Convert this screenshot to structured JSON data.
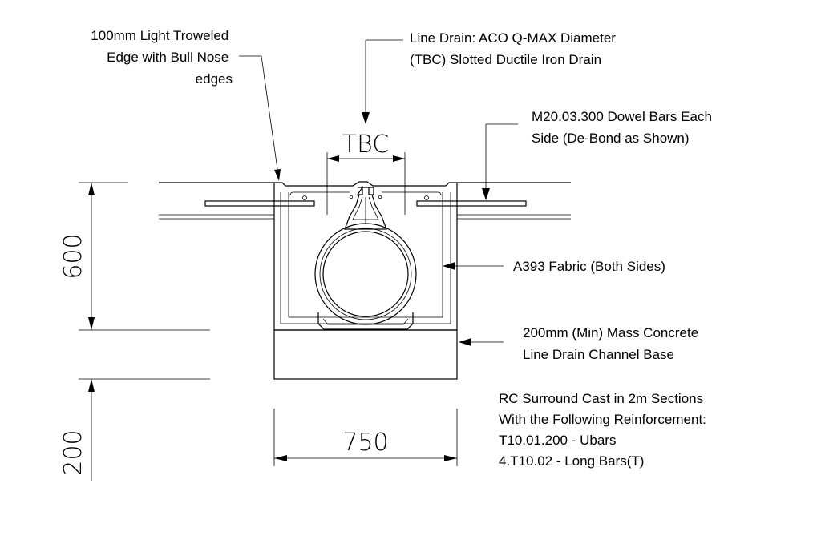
{
  "labels": {
    "edge": [
      "100mm Light Troweled",
      "Edge with Bull Nose",
      "edges"
    ],
    "drain": [
      "Line Drain: ACO Q-MAX Diameter",
      "(TBC)  Slotted Ductile Iron Drain"
    ],
    "dowel": [
      "M20.03.300 Dowel Bars Each",
      "Side (De-Bond as Shown)"
    ],
    "fabric": "A393 Fabric (Both Sides)",
    "base": [
      "200mm (Min) Mass Concrete",
      "Line Drain Channel Base"
    ],
    "rc": [
      "RC Surround Cast in 2m Sections",
      "With the Following Reinforcement:",
      "T10.01.200 - Ubars",
      "4.T10.02 - Long Bars(T)"
    ]
  },
  "dimensions": {
    "tbc": "TBC",
    "height_600": "600",
    "height_200": "200",
    "width_750": "750"
  }
}
